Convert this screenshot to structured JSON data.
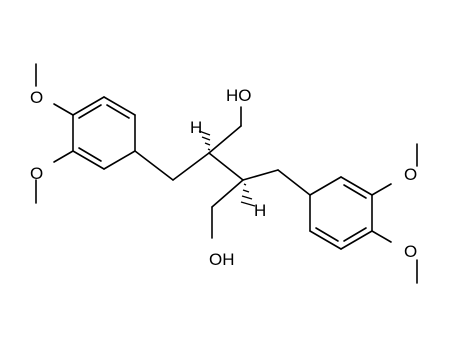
{
  "structure": {
    "labels": {
      "o_top_left_1": "O",
      "o_top_left_2": "O",
      "o_right_1": "O",
      "o_right_2": "O",
      "hydroxyl_top": "HO",
      "hydroxyl_bottom": "OH",
      "h_stereo_top": "H",
      "h_stereo_bottom": "H"
    }
  }
}
